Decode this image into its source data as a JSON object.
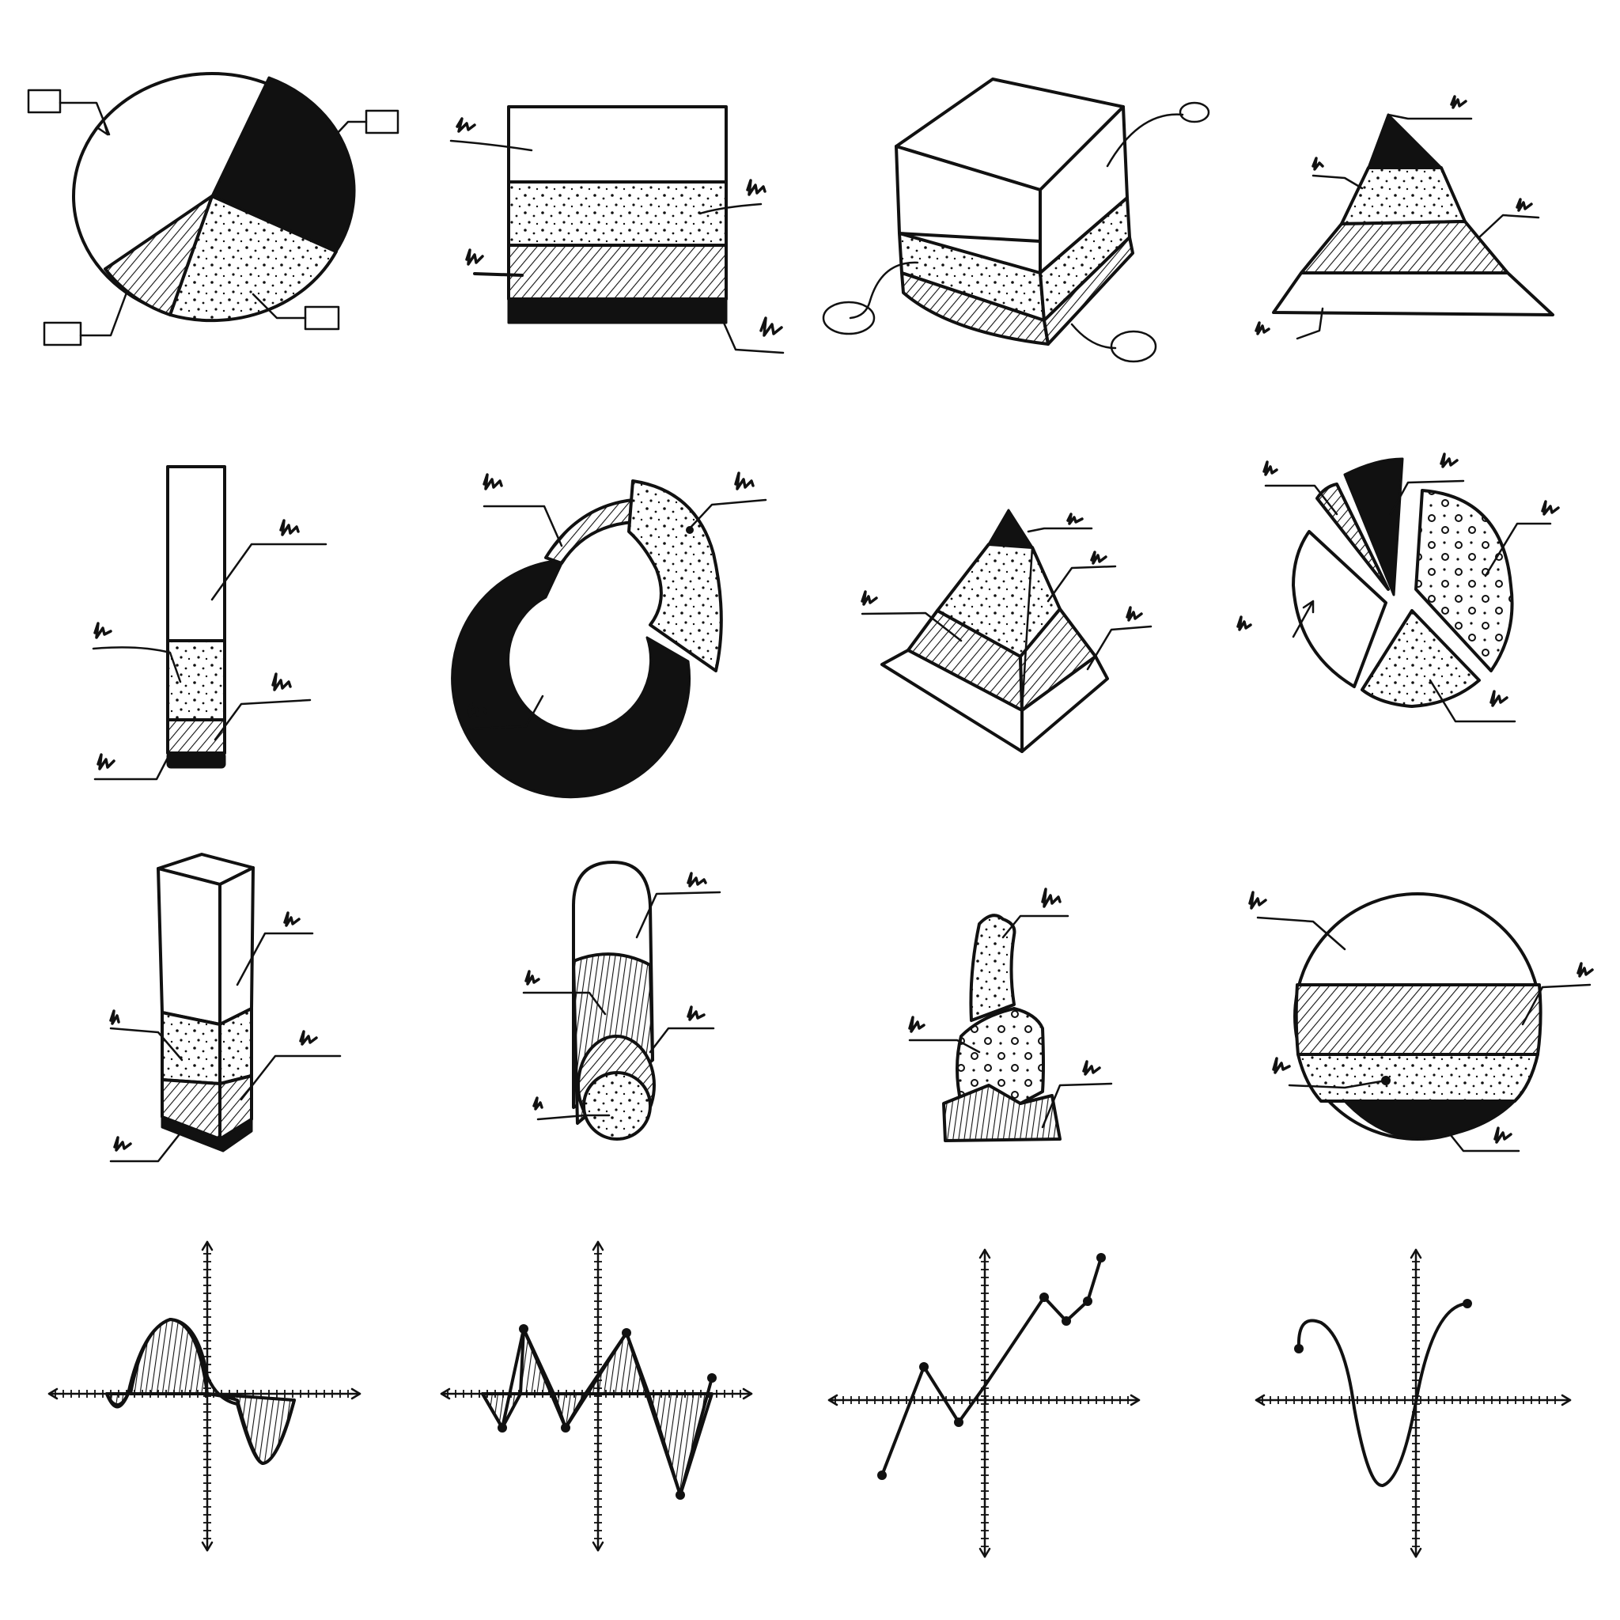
{
  "sheet": {
    "background": "#ffffff",
    "ink": "#111111",
    "illustrations": [
      {
        "name": "pie-chart-with-boxes",
        "style": "hand-drawn"
      },
      {
        "name": "stacked-layers-square"
      },
      {
        "name": "layered-cube"
      },
      {
        "name": "layered-triangle"
      },
      {
        "name": "stacked-column"
      },
      {
        "name": "ring-chart"
      },
      {
        "name": "layered-pyramid"
      },
      {
        "name": "exploded-pie-chart"
      },
      {
        "name": "stacked-prism"
      },
      {
        "name": "capsule-cylinder"
      },
      {
        "name": "layered-blob"
      },
      {
        "name": "layered-circle"
      },
      {
        "name": "sine-area-graph"
      },
      {
        "name": "zigzag-area-graph"
      },
      {
        "name": "rising-line-graph"
      },
      {
        "name": "s-curve-graph"
      }
    ]
  }
}
